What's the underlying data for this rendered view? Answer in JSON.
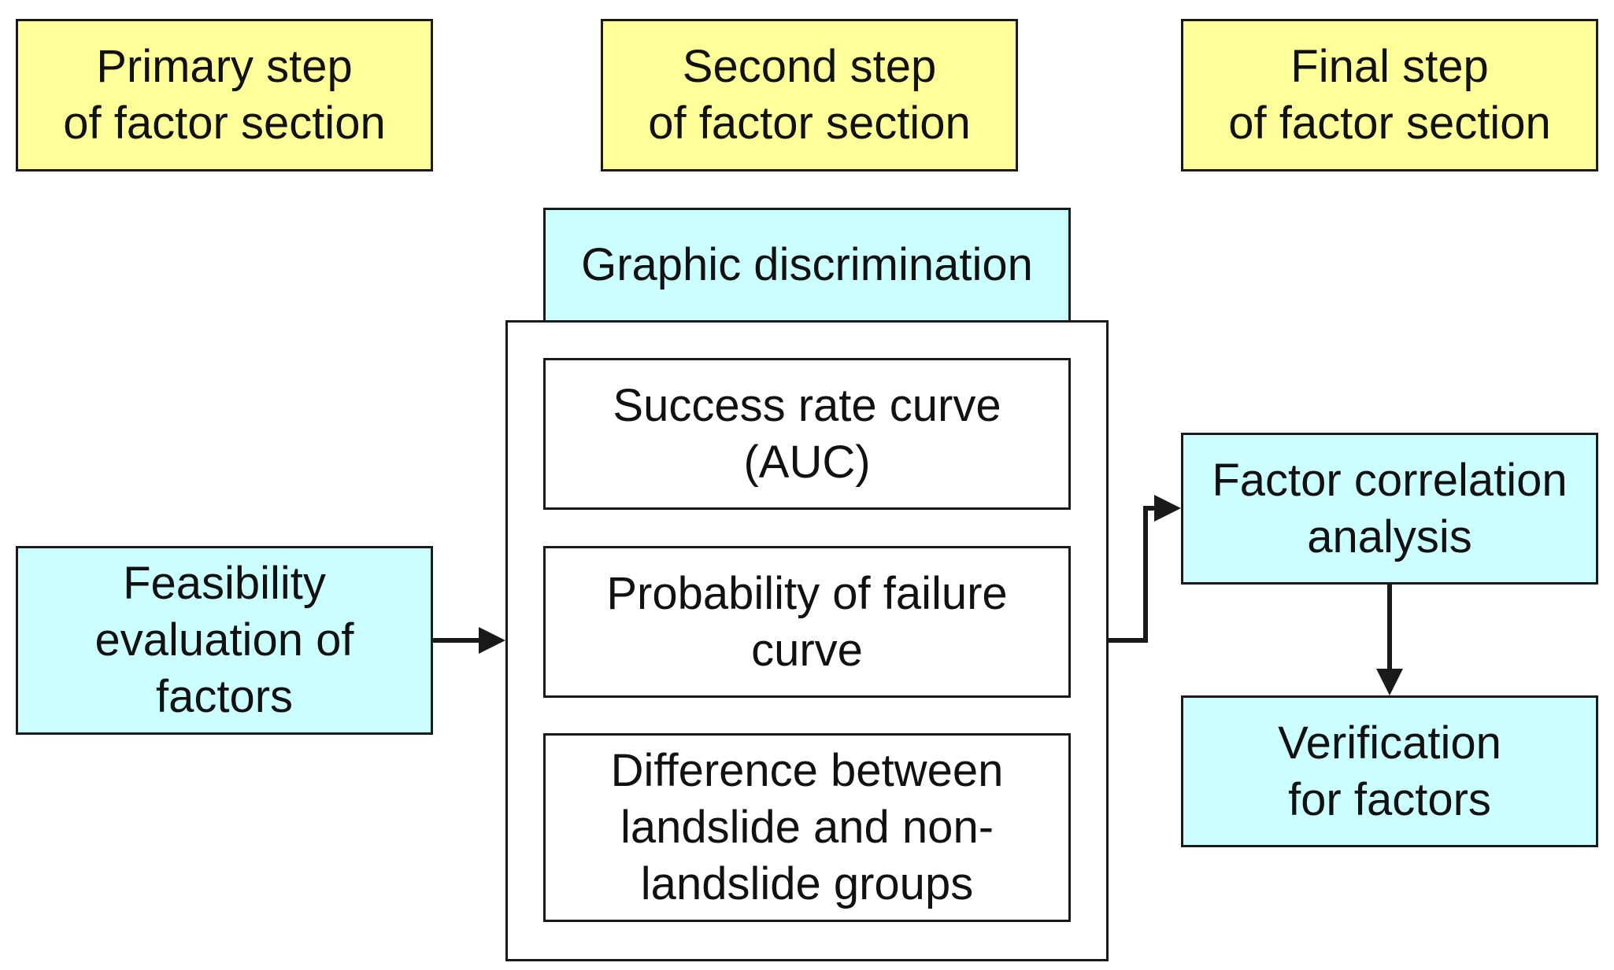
{
  "steps": {
    "primary": [
      "Primary step",
      "of factor section"
    ],
    "second": [
      "Second step",
      "of factor section"
    ],
    "final": [
      "Final step",
      "of factor section"
    ]
  },
  "feasibility": [
    "Feasibility",
    "evaluation of",
    "factors"
  ],
  "graphic": {
    "title": "Graphic discrimination",
    "items": [
      [
        "Success rate curve",
        "(AUC)"
      ],
      [
        "Probability of failure",
        "curve"
      ],
      [
        "Difference between",
        "landslide and non-",
        "landslide groups"
      ]
    ]
  },
  "correlation": [
    "Factor correlation",
    "analysis"
  ],
  "verification": [
    "Verification",
    "for factors"
  ],
  "colors": {
    "step_fill": "#ffff99",
    "process_fill": "#ccffff",
    "line": "#1a1a1a"
  }
}
